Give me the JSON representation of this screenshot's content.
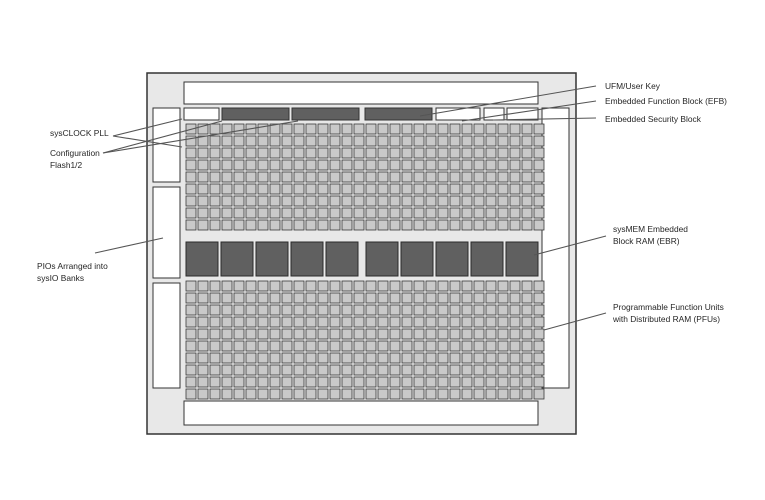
{
  "labels": {
    "sysclock_pll": "sysCLOCK PLL",
    "config_flash_line1": "Configuration",
    "config_flash_line2": "Flash1/2",
    "pio_line1": "PIOs Arranged into",
    "pio_line2": "sysIO Banks",
    "ufm": "UFM/User Key",
    "efb": "Embedded Function Block (EFB)",
    "esb": "Embedded Security Block",
    "ebr_line1": "sysMEM Embedded",
    "ebr_line2": "Block RAM (EBR)",
    "pfu_line1": "Programmable Function Units",
    "pfu_line2": "with Distributed RAM (PFUs)"
  },
  "colors": {
    "chip_fill": "#e8e8e8",
    "outline": "#333333",
    "pfu_cell": "#c9c9c9",
    "dark_block": "#606060",
    "leader_line": "#555555"
  }
}
